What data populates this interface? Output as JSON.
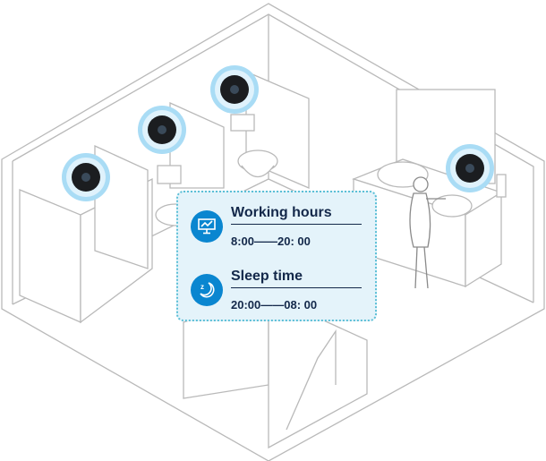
{
  "schedule": [
    {
      "icon": "monitor-chart-icon",
      "label": "Working hours",
      "time": "8:00——20:  00"
    },
    {
      "icon": "sleep-moon-icon",
      "label": "Sleep time",
      "time": "20:00——08:  00"
    }
  ],
  "colors": {
    "accent": "#0a86d0",
    "panel": "#e4f3fa",
    "border": "#5bbfd6",
    "text": "#13284a",
    "camera_glow": "#a9dcf5"
  }
}
